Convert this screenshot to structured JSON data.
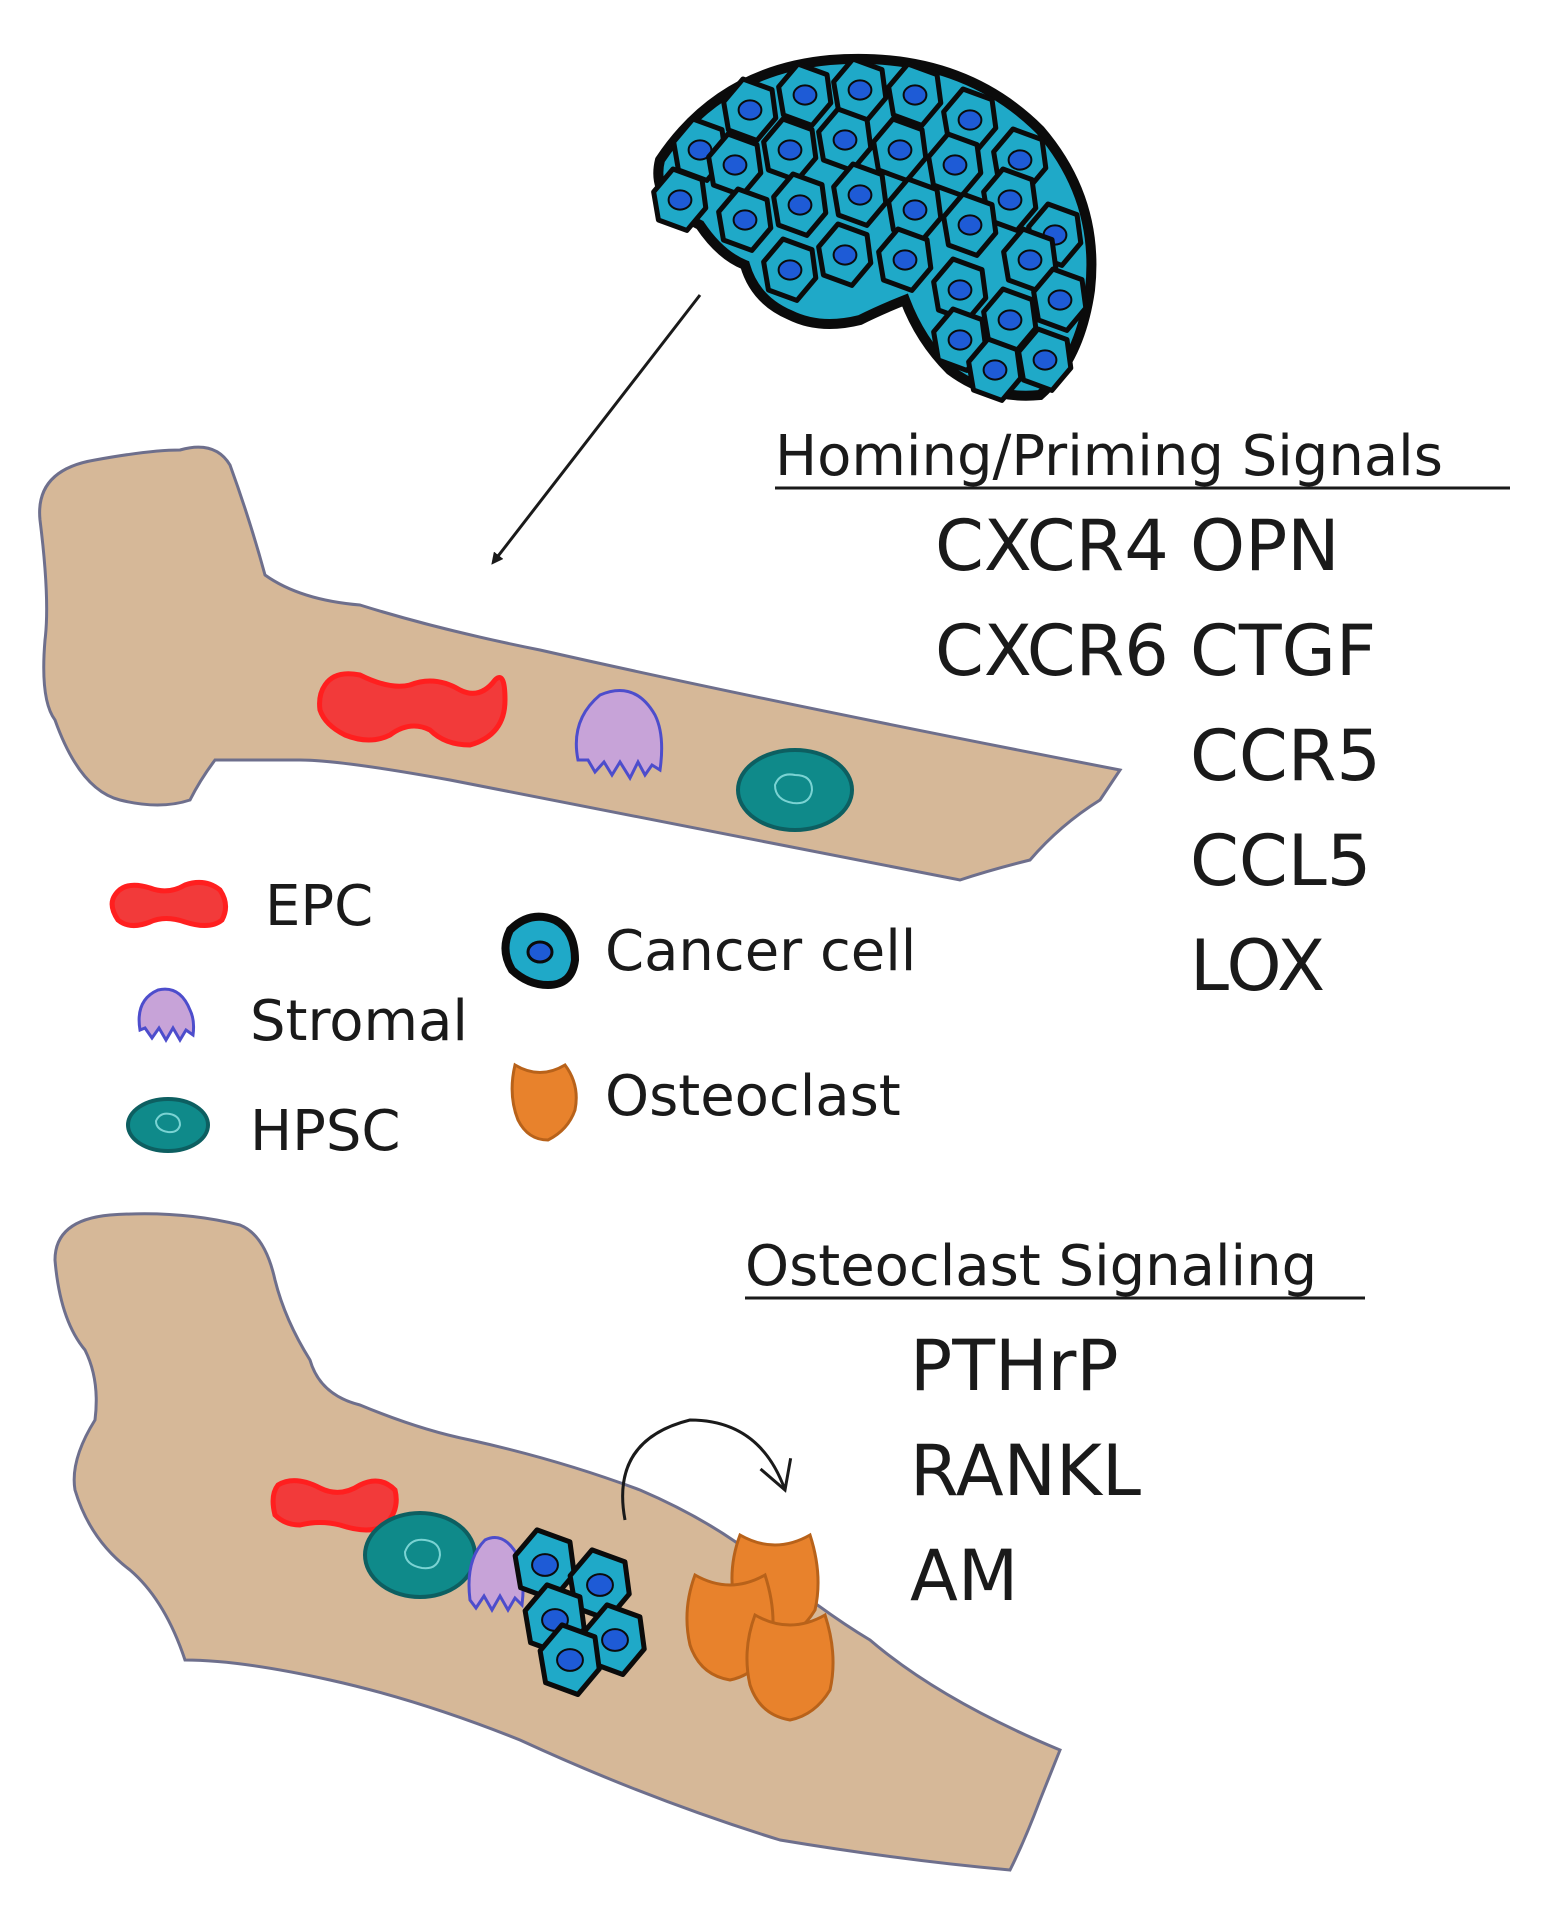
{
  "homing": {
    "heading": "Homing/Priming Signals",
    "left_col": [
      "CXCR4",
      "CXCR6"
    ],
    "right_col": [
      "OPN",
      "CTGF",
      "CCR5",
      "CCL5",
      "LOX"
    ]
  },
  "osteoclast_signaling": {
    "heading": "Osteoclast Signaling",
    "items": [
      "PTHrP",
      "RANKL",
      "AM"
    ]
  },
  "legend": {
    "epc": "EPC",
    "stromal": "Stromal",
    "hpsc": "HPSC",
    "cancer_cell": "Cancer cell",
    "osteoclast": "Osteoclast"
  },
  "colors": {
    "bone": "#d6b898",
    "bone_outline": "#6e6f8c",
    "epc": "#f23a3a",
    "epc_outline": "#ff1f1f",
    "stromal": "#c7a3d8",
    "stromal_outline": "#4d4dcc",
    "hpsc": "#0f8a8a",
    "hpsc_outline": "#0d5f61",
    "cancer": "#1fa9c8",
    "cancer_nucleus": "#1e5bd6",
    "cancer_outline": "#0b0b0b",
    "osteoclast": "#e8822c",
    "osteoclast_outline": "#b8621a"
  }
}
